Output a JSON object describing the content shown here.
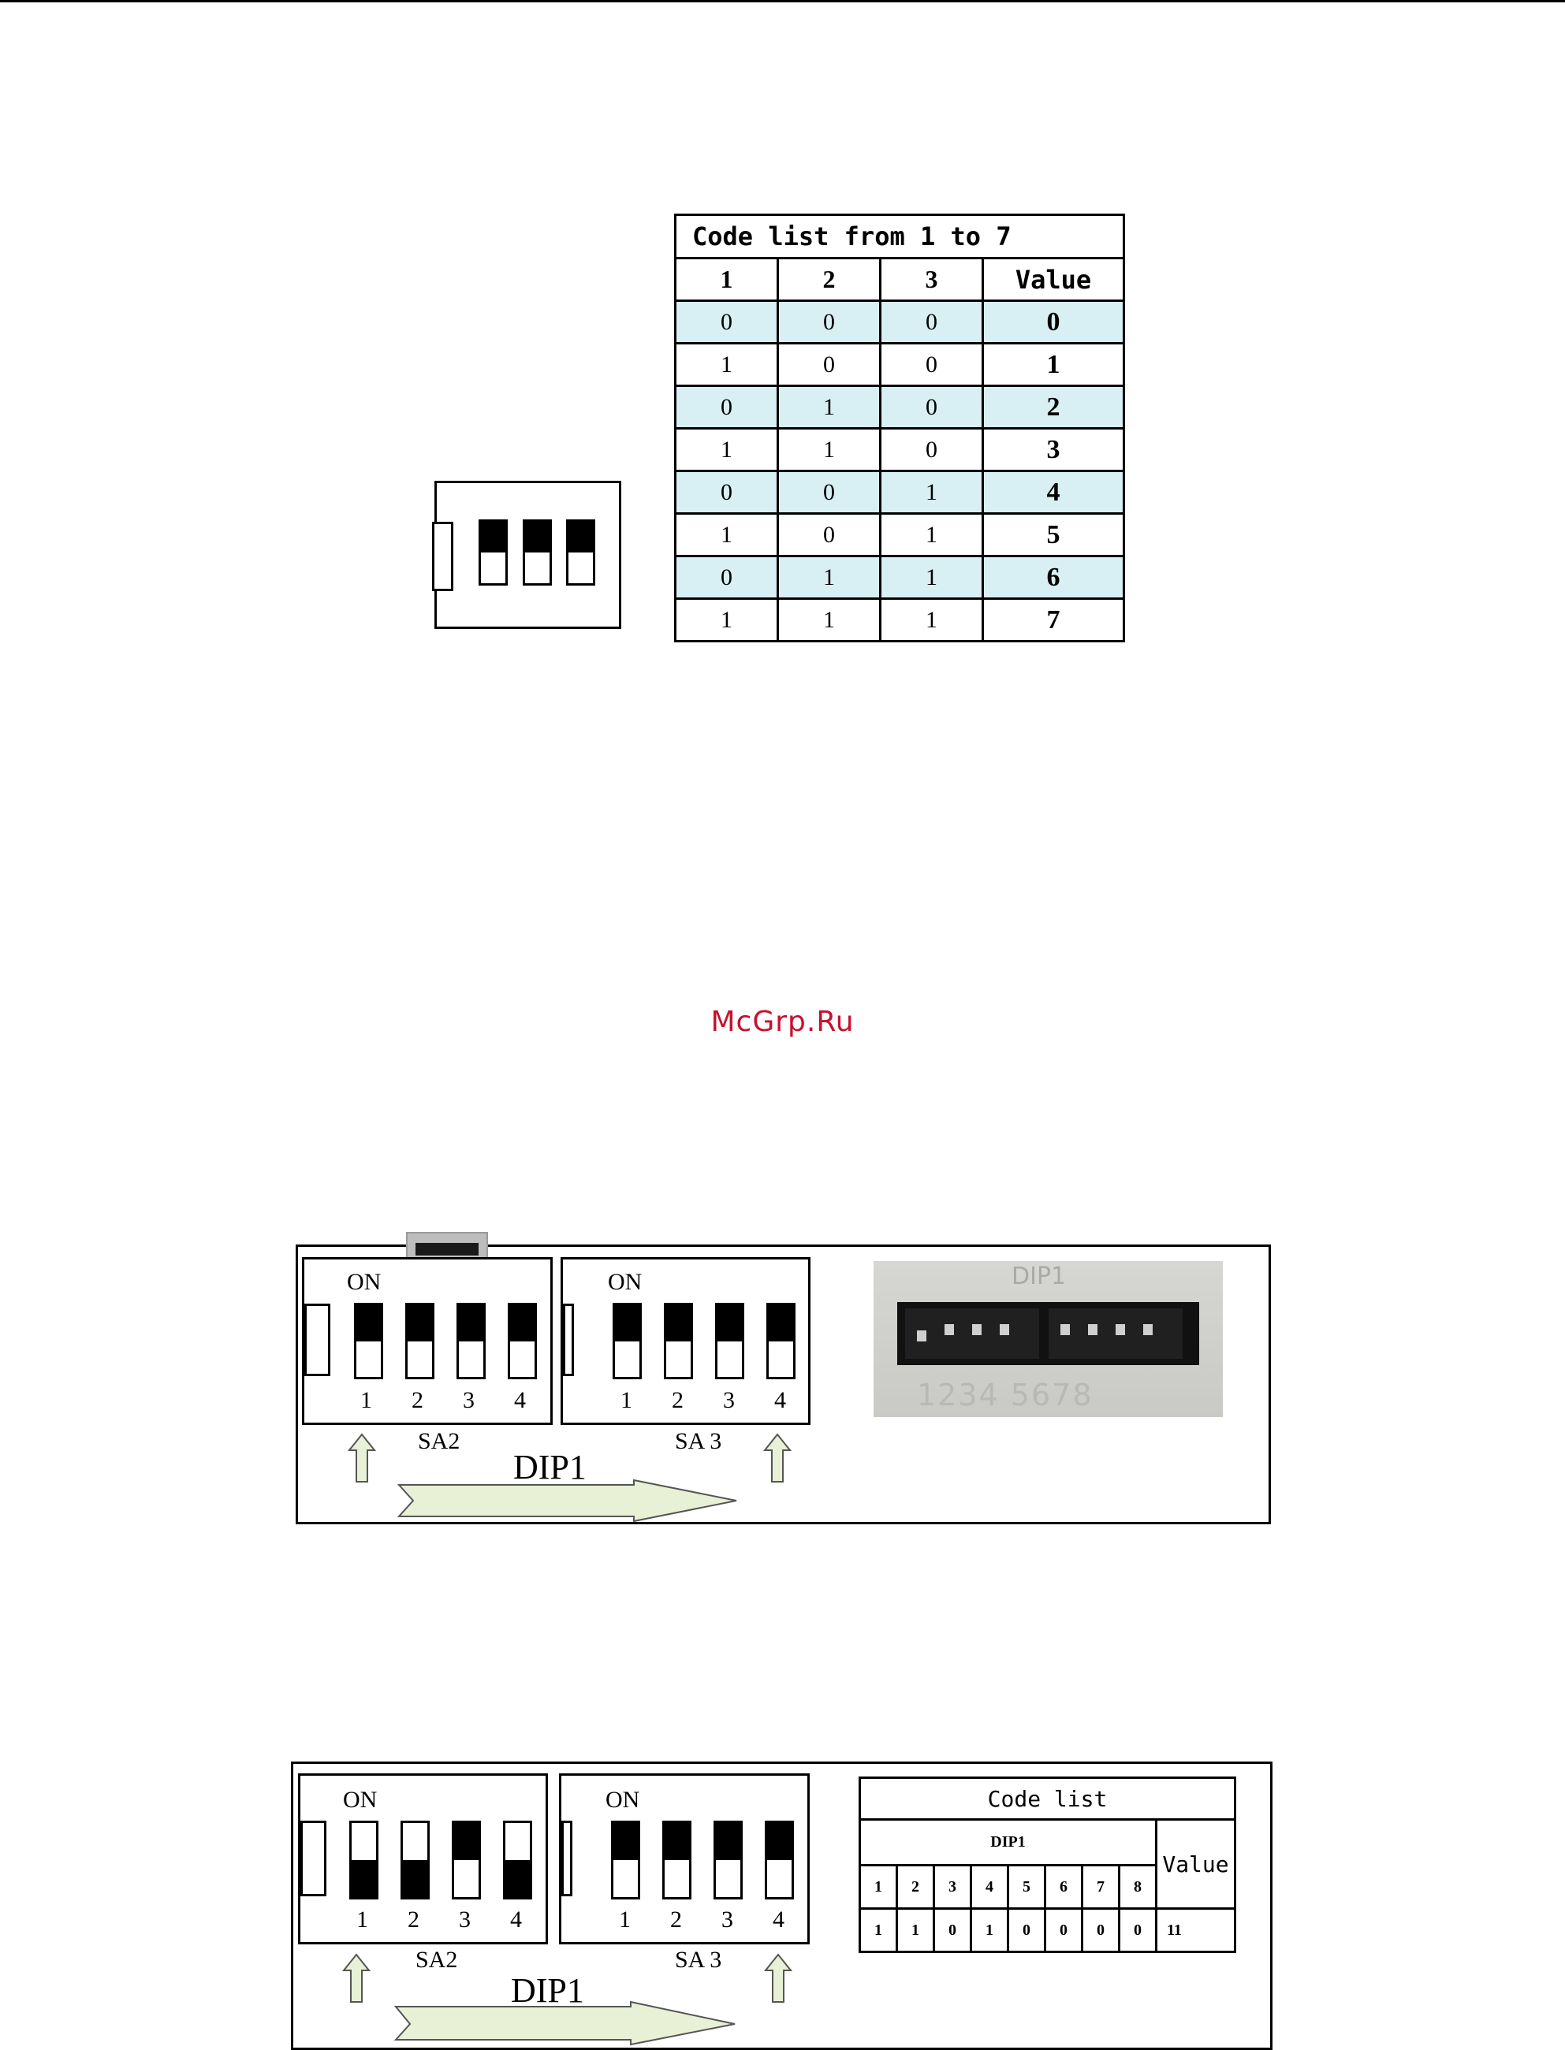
{
  "watermark": "McGrp.Ru",
  "code_table": {
    "title": "Code list from 1 to 7",
    "headers": [
      "1",
      "2",
      "3",
      "Value"
    ],
    "rows": [
      [
        "0",
        "0",
        "0",
        "0"
      ],
      [
        "1",
        "0",
        "0",
        "1"
      ],
      [
        "0",
        "1",
        "0",
        "2"
      ],
      [
        "1",
        "1",
        "0",
        "3"
      ],
      [
        "0",
        "0",
        "1",
        "4"
      ],
      [
        "1",
        "0",
        "1",
        "5"
      ],
      [
        "0",
        "1",
        "1",
        "6"
      ],
      [
        "1",
        "1",
        "1",
        "7"
      ]
    ]
  },
  "figure1": {
    "sa2": {
      "on_label": "ON",
      "name": "SA2",
      "numbers": [
        "1",
        "2",
        "3",
        "4"
      ]
    },
    "sa3": {
      "on_label": "ON",
      "name": "SA 3",
      "numbers": [
        "1",
        "2",
        "3",
        "4"
      ]
    },
    "arrow_label": "DIP1",
    "photo": {
      "top_label": "DIP1",
      "bottom_label": "1234 5678"
    }
  },
  "figure2": {
    "sa2": {
      "on_label": "ON",
      "name": "SA2",
      "numbers": [
        "1",
        "2",
        "3",
        "4"
      ]
    },
    "sa3": {
      "on_label": "ON",
      "name": "SA 3",
      "numbers": [
        "1",
        "2",
        "3",
        "4"
      ]
    },
    "arrow_label": "DIP1",
    "code_list": {
      "title": "Code list",
      "group": "DIP1",
      "value_header": "Value",
      "bits": [
        "1",
        "2",
        "3",
        "4",
        "5",
        "6",
        "7",
        "8"
      ],
      "states": [
        "1",
        "1",
        "0",
        "1",
        "0",
        "0",
        "0",
        "0"
      ],
      "value": "11"
    }
  }
}
